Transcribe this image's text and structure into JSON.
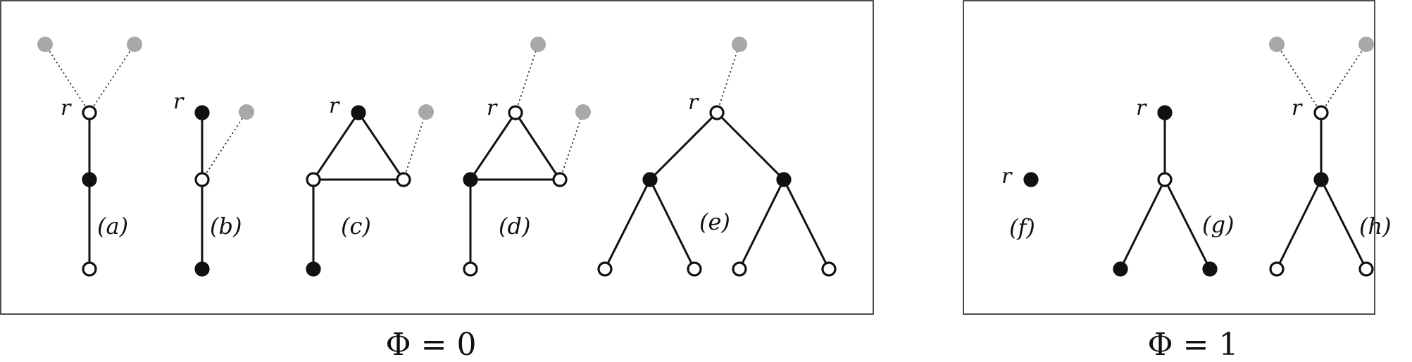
{
  "root_label": "r",
  "captions": {
    "left": "Φ = 0",
    "right": "Φ = 1"
  },
  "subfigures": {
    "a": "(a)",
    "b": "(b)",
    "c": "(c)",
    "d": "(d)",
    "e": "(e)",
    "f": "(f)",
    "g": "(g)",
    "h": "(h)"
  },
  "colors": {
    "ink": "#111111",
    "ghost_node": "#a8a8a8"
  }
}
